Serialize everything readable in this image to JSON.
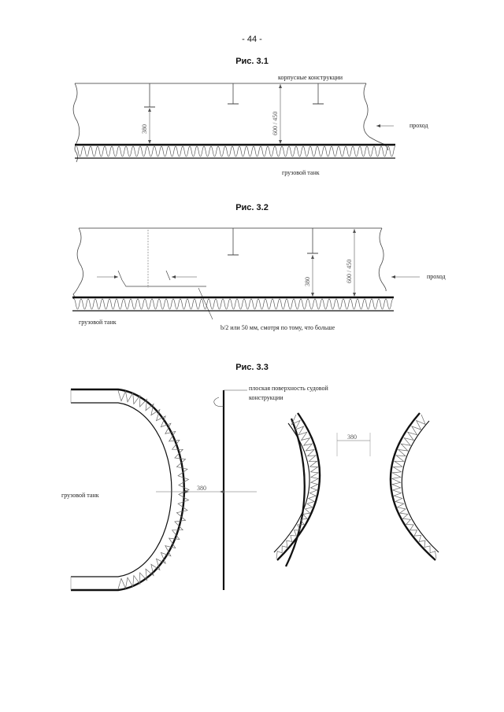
{
  "page_number": "- 44 -",
  "figures": [
    {
      "title": "Рис. 3.1",
      "labels": {
        "hull": "корпусные конструкции",
        "passage": "проход",
        "tank": "грузовой танк",
        "dim_small": "380",
        "dim_large": "600 / 450"
      }
    },
    {
      "title": "Рис. 3.2",
      "labels": {
        "passage": "проход",
        "tank": "грузовой танк",
        "note": "b/2 или 50 мм, смотря по тому, что больше",
        "dim_small": "380",
        "dim_large": "600 / 450"
      }
    },
    {
      "title": "Рис. 3.3",
      "labels": {
        "flat_line1": "плоская поверхность судовой",
        "flat_line2": "конструкции",
        "tank": "грузовой танк",
        "dim_left": "380",
        "dim_right": "380"
      }
    }
  ]
}
